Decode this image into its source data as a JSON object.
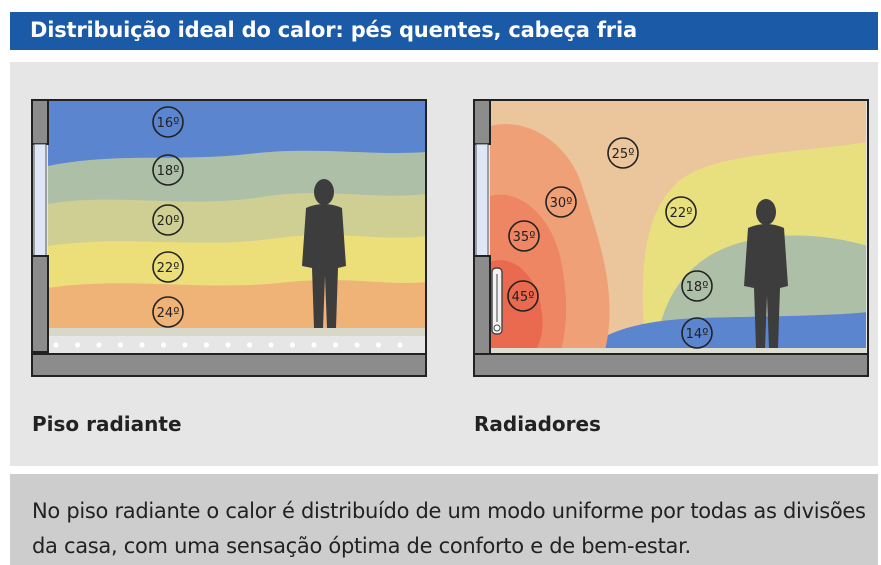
{
  "header": {
    "title": "Distribuição ideal do calor: pés quentes, cabeça fria"
  },
  "floor_heating": {
    "label": "Piso radiante",
    "temps": [
      "16º",
      "18º",
      "20º",
      "22º",
      "24º"
    ]
  },
  "radiators": {
    "label": "Radiadores",
    "temps": [
      "25º",
      "30º",
      "22º",
      "35º",
      "18º",
      "45º",
      "14º"
    ]
  },
  "caption": "No piso radiante o calor é distribuído de um modo uniforme por todas as divisões da casa, com uma sensação óptima de conforto e de bem-estar.",
  "colors": {
    "header": "#1a5aa6",
    "cold_blue": "#5b85cf",
    "cool_green": "#aebfa8",
    "mild": "#cfcf94",
    "warm_yellow": "#ecdf7a",
    "warm_orange": "#efb377",
    "hot_red": "#ea6a4f",
    "wall": "#8c8c8c"
  }
}
